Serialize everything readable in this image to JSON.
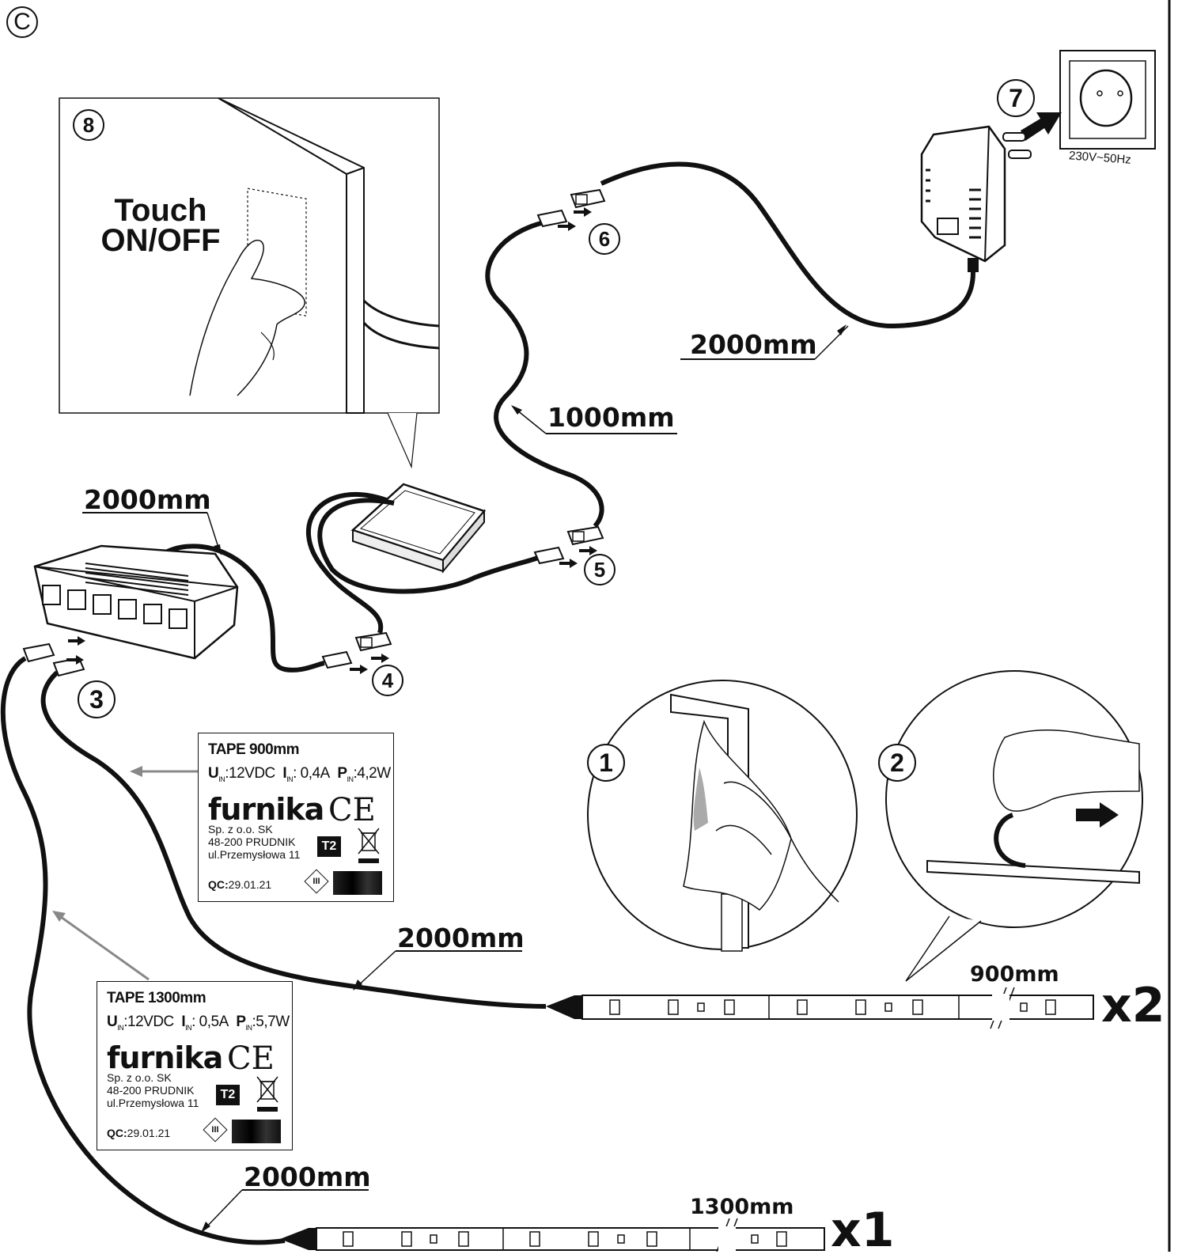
{
  "corner_mark": "C",
  "touch_panel": {
    "step": "8",
    "text_line1": "Touch",
    "text_line2": "ON/OFF"
  },
  "steps": {
    "s1": "1",
    "s2": "2",
    "s3": "3",
    "s4": "4",
    "s5": "5",
    "s6": "6",
    "s7": "7"
  },
  "power": {
    "voltage": "230V~50Hz"
  },
  "cables": {
    "adapter_cable": "2000mm",
    "switch_cable": "1000mm",
    "distributor_cable": "2000mm",
    "tape_900_cable": "2000mm",
    "tape_1300_cable": "2000mm"
  },
  "tapes": [
    {
      "length": "900mm",
      "multiplier": "x2"
    },
    {
      "length": "1300mm",
      "multiplier": "x1"
    }
  ],
  "labels": [
    {
      "title": "TAPE 900mm",
      "u_sym": "U",
      "u_sub": "IN",
      "u_val": ":12VDC",
      "i_sym": "I",
      "i_sub": "IN",
      "i_val": ": 0,4A",
      "p_sym": "P",
      "p_sub": "IN",
      "p_val": ":4,2W",
      "brand": "furnika",
      "ce": "CE",
      "addr1": "Sp. z o.o. SK",
      "addr2": "48-200 PRUDNIK",
      "addr3": "ul.Przemysłowa 11",
      "t2": "T2",
      "class": "III",
      "qc_label": "QC:",
      "qc_date": "29.01.21"
    },
    {
      "title": "TAPE 1300mm",
      "u_sym": "U",
      "u_sub": "IN",
      "u_val": ":12VDC",
      "i_sym": "I",
      "i_sub": "IN",
      "i_val": ": 0,5A",
      "p_sym": "P",
      "p_sub": "IN",
      "p_val": ":5,7W",
      "brand": "furnika",
      "ce": "CE",
      "addr1": "Sp. z o.o. SK",
      "addr2": "48-200 PRUDNIK",
      "addr3": "ul.Przemysłowa 11",
      "t2": "T2",
      "class": "III",
      "qc_label": "QC:",
      "qc_date": "29.01.21"
    }
  ]
}
